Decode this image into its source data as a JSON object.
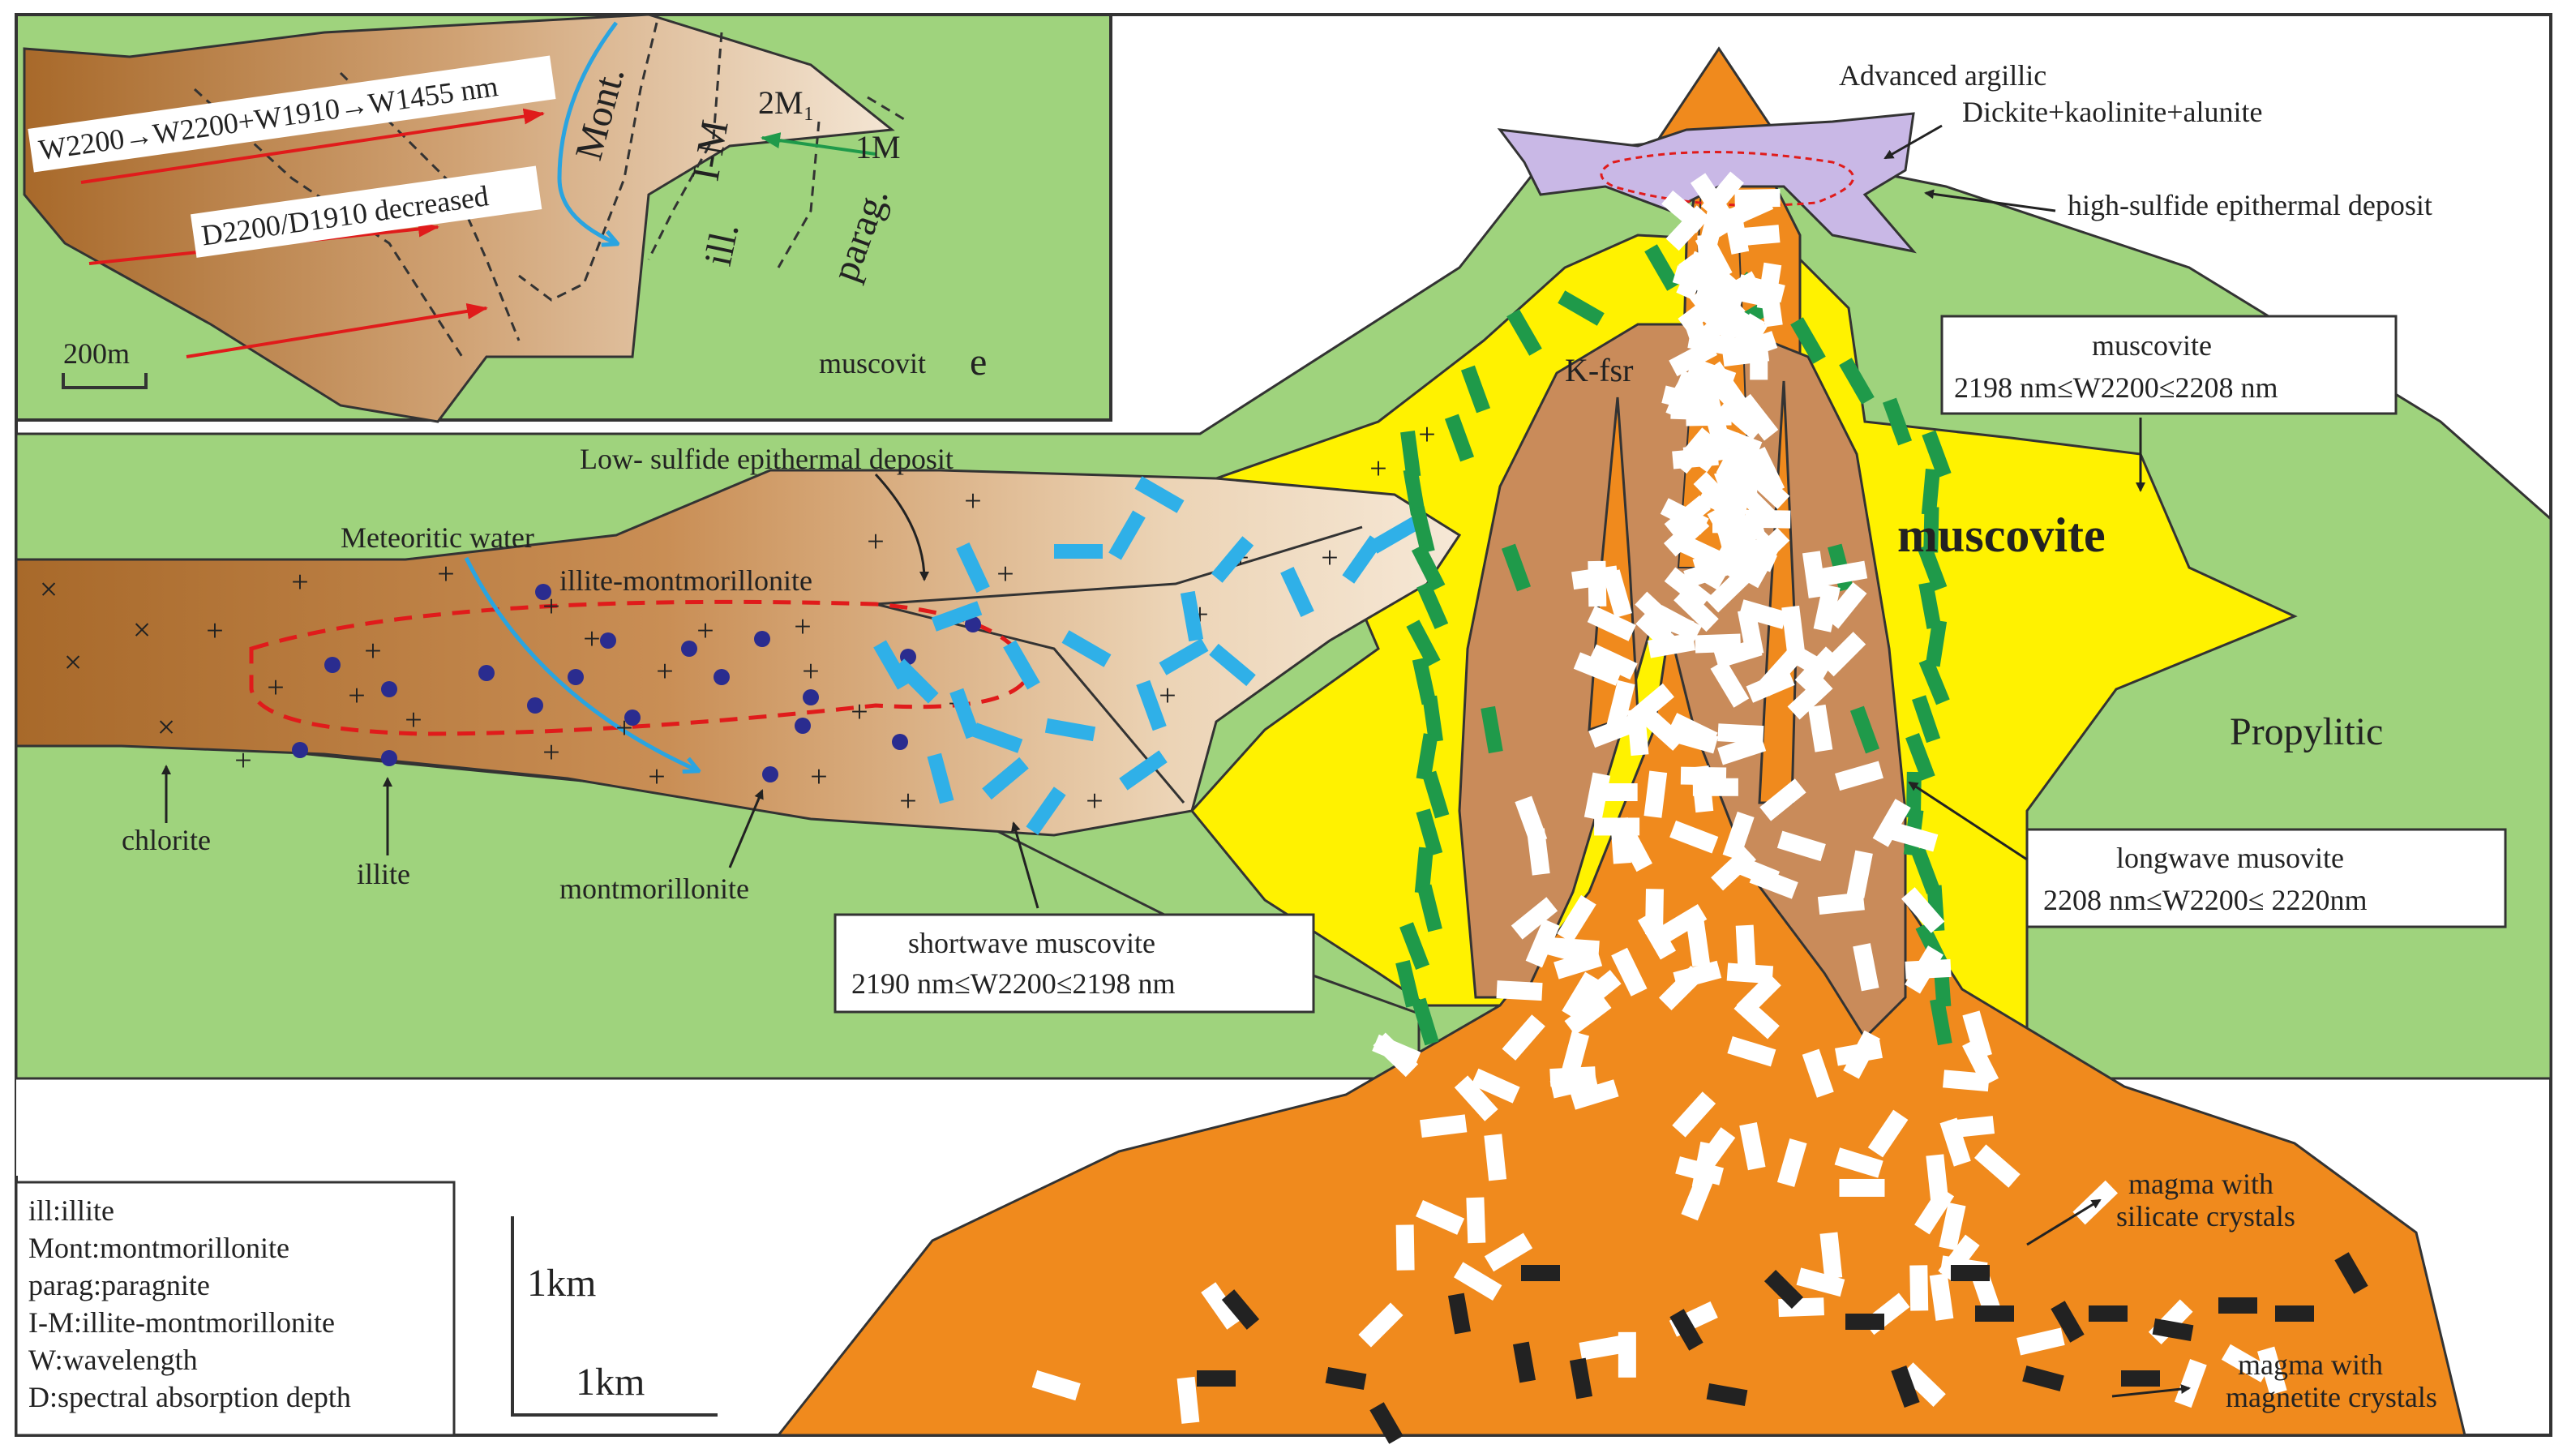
{
  "colors": {
    "green": "#9fd37d",
    "green_dark": "#6fb84a",
    "yellow": "#fff200",
    "orange": "#f08a1d",
    "kfsr_brown": "#c98b5a",
    "lilac": "#c9b8e6",
    "brown_band": "#b0702f",
    "tan_light": "#f0dcc2",
    "cyan_dash": "#2fb0e8",
    "green_dash": "#1f9a4a",
    "red_dash": "#e01b1b",
    "dot_blue": "#2a2c8f",
    "arrow_blue": "#2aa4e0",
    "arrow_red": "#e01b1b",
    "arrow_green": "#1f9a4a"
  },
  "inset": {
    "arrow1": "W2200→W2200+W1910→W1455 nm",
    "arrow2": "D2200/D1910 decreased",
    "zone_mont": "Mont.",
    "zone_im": "I-M",
    "zone_ill": "ill.",
    "zone_parag": "parag.",
    "poly_2m": "2M₁",
    "poly_1m": "1M",
    "scale": "200m",
    "muscovite_main": "muscovit",
    "muscovite_tail": "e"
  },
  "labels": {
    "advanced_argillic": "Advanced argillic",
    "argillic_minerals": "Dickite+kaolinite+alunite",
    "high_sulfide": "high-sulfide epithermal deposit",
    "low_sulfide": "Low- sulfide epithermal deposit",
    "meteoritic_water": "Meteoritic water",
    "illite_mont": "illite-montmorillonite",
    "kfsr": "K-fsr",
    "muscovite_big": "muscovite",
    "propylitic": "Propylitic",
    "chlorite": "chlorite",
    "illite": "illite",
    "montmorillonite": "montmorillonite",
    "magma_silicate_1": "magma with",
    "magma_silicate_2": "silicate crystals",
    "magma_magnetite_1": "magma with",
    "magma_magnetite_2": "magnetite crystals"
  },
  "boxes": {
    "muscovite": {
      "line1": "muscovite",
      "line2": "2198 nm≤W2200≤2208 nm"
    },
    "longwave": {
      "line1": "longwave musovite",
      "line2": "2208  nm≤W2200≤  2220nm"
    },
    "shortwave": {
      "line1": "shortwave muscovite",
      "line2": "2190 nm≤W2200≤2198  nm"
    }
  },
  "legend": [
    "ill:illite",
    "Mont:montmorillonite",
    "parag:paragnite",
    "I-M:illite-montmorillonite",
    "W:wavelength",
    "D:spectral absorption depth"
  ],
  "scalebar": {
    "vertical": "1km",
    "horizontal": "1km"
  }
}
